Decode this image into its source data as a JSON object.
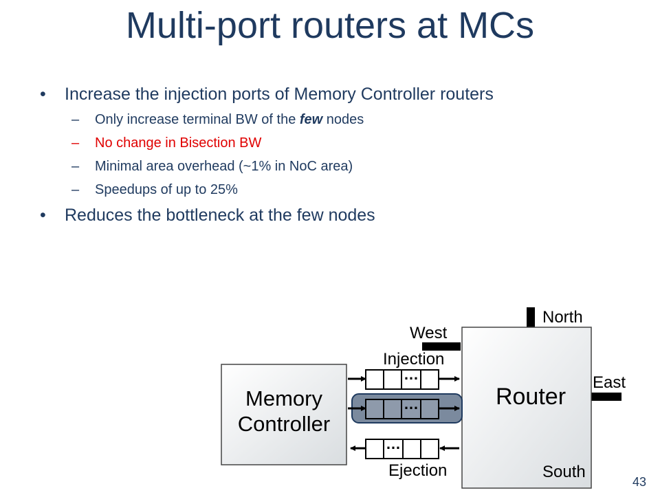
{
  "title": "Multi-port routers at MCs",
  "bullets": [
    {
      "text": "Increase the injection ports of Memory Controller routers",
      "subs": [
        {
          "parts": [
            "Only increase terminal BW of the ",
            "few",
            " nodes"
          ]
        },
        {
          "text": "No change in Bisection BW",
          "color": "#e00000"
        },
        {
          "text": "Minimal area overhead (~1% in NoC area)"
        },
        {
          "text": "Speedups of up to 25%"
        }
      ]
    },
    {
      "text": "Reduces the bottleneck at the few nodes"
    }
  ],
  "diagram": {
    "memory_controller": [
      "Memory",
      "Controller"
    ],
    "router": "Router",
    "ports": {
      "north": "North",
      "west": "West",
      "east": "East",
      "south": "South"
    },
    "injection_label": "Injection",
    "ejection_label": "Ejection",
    "ellipsis": "…",
    "highlight_color": "#7b8a9e"
  },
  "page_number": "43"
}
